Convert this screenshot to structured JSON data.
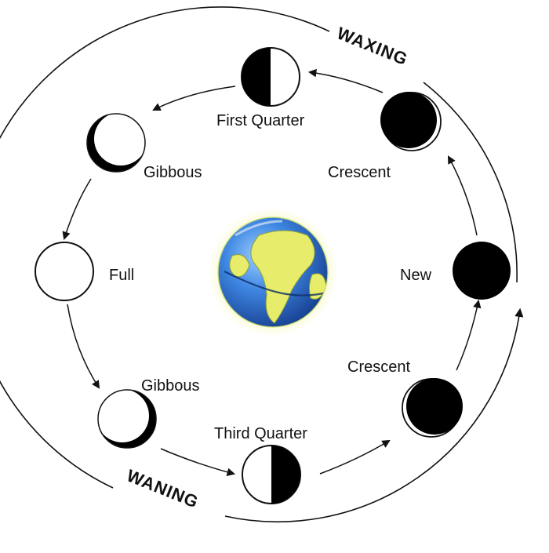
{
  "diagram": {
    "arc_labels": {
      "waxing": "WAXING",
      "waning": "WANING"
    },
    "phases": {
      "first_quarter": "First Quarter",
      "gibbous_waxing": "Gibbous",
      "crescent_waxing": "Crescent",
      "full": "Full",
      "new": "New",
      "gibbous_waning": "Gibbous",
      "crescent_waning": "Crescent",
      "third_quarter": "Third Quarter"
    },
    "center_icon": "earth-globe-icon",
    "colors": {
      "ocean": "#2f6fd6",
      "land": "#e7ec6a",
      "moon_dark": "#000000",
      "moon_light": "#ffffff"
    }
  }
}
